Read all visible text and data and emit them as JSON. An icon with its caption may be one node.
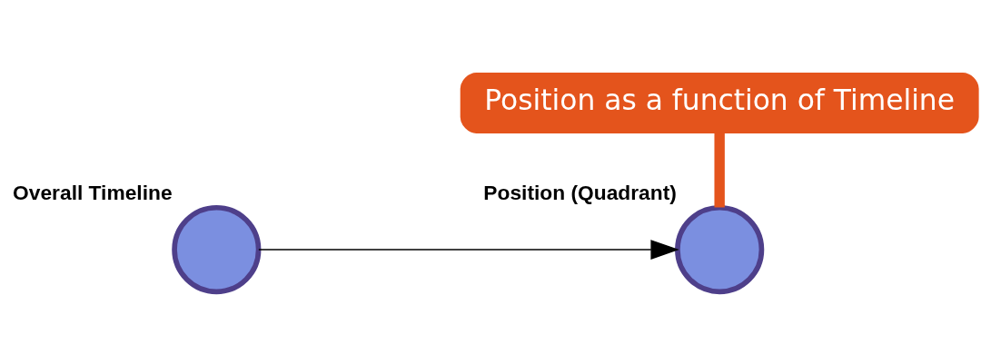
{
  "diagram": {
    "nodes": [
      {
        "text": [
          "Overall Timeline"
        ]
      },
      {
        "text": [
          "Position (Quadrant)"
        ]
      },
      {
        "text": [
          "Position as a function of Timeline"
        ]
      }
    ],
    "edges": [
      {
        "from": 0,
        "to": 1,
        "arrow": "to"
      },
      {
        "from": 2,
        "to": 1,
        "arrow": "none",
        "style": "thick",
        "color": "#e4541c"
      }
    ]
  }
}
